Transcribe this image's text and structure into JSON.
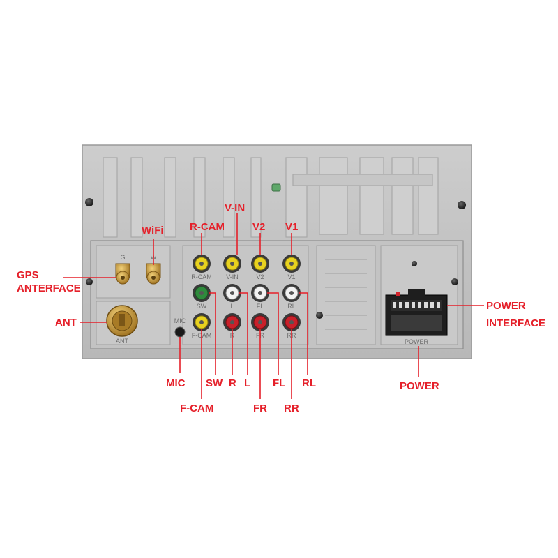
{
  "colors": {
    "callout_red": "#e5202a",
    "panel_gray": "#bfbfbf",
    "rca_yellow": "#e8d21f",
    "rca_white": "#f2f2f2",
    "rca_red": "#c9202a",
    "rca_green": "#2f8a3c",
    "antenna_gold": "#c99a3a"
  },
  "callouts": {
    "gps": "GPS",
    "gps_sub": "ANTERFACE",
    "wifi": "WiFi",
    "ant": "ANT",
    "r_cam": "R-CAM",
    "v_in": "V-IN",
    "v2": "V2",
    "v1": "V1",
    "mic": "MIC",
    "sw": "SW",
    "r": "R",
    "l": "L",
    "fl": "FL",
    "rl": "RL",
    "f_cam": "F-CAM",
    "fr": "FR",
    "rr": "RR",
    "power_interface_1": "POWER",
    "power_interface_2": "INTERFACE",
    "power": "POWER"
  },
  "embossed": {
    "g": "G",
    "w": "W",
    "ant": "ANT",
    "mic": "MIC",
    "r_cam": "R-CAM",
    "v_in": "V-IN",
    "v2": "V2",
    "v1": "V1",
    "sw": "SW",
    "l": "L",
    "fl": "FL",
    "rl": "RL",
    "f_cam": "F-CAM",
    "r": "R",
    "fr": "FR",
    "rr": "RR",
    "power": "POWER"
  },
  "icons": [
    "screw-icon",
    "rca-jack-icon",
    "antenna-connector-icon",
    "power-connector-icon"
  ]
}
